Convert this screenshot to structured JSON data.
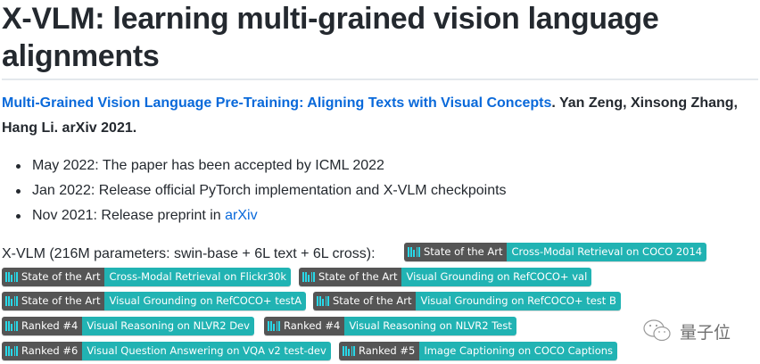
{
  "header": {
    "title": "X-VLM: learning multi-grained vision language alignments"
  },
  "citation": {
    "paper_link": "Multi-Grained Vision Language Pre-Training: Aligning Texts with Visual Concepts",
    "authors": ". Yan Zeng, Xinsong Zhang, Hang Li. arXiv 2021."
  },
  "news": [
    {
      "text": "May 2022: The paper has been accepted by ICML 2022",
      "link": ""
    },
    {
      "text": "Jan 2022: Release official PyTorch implementation and X-VLM checkpoints",
      "link": ""
    },
    {
      "text": "Nov 2021: Release preprint in ",
      "link": "arXiv"
    }
  ],
  "model_intro": "X-VLM (216M parameters: swin-base + 6L text + 6L cross):",
  "badges": [
    {
      "status": "State of the Art",
      "task": "Cross-Modal Retrieval on COCO 2014"
    },
    {
      "status": "State of the Art",
      "task": "Cross-Modal Retrieval on Flickr30k"
    },
    {
      "status": "State of the Art",
      "task": "Visual Grounding on RefCOCO+ val"
    },
    {
      "status": "State of the Art",
      "task": "Visual Grounding on RefCOCO+ testA"
    },
    {
      "status": "State of the Art",
      "task": "Visual Grounding on RefCOCO+ test B"
    },
    {
      "status": "Ranked #4",
      "task": "Visual Reasoning on NLVR2 Dev"
    },
    {
      "status": "Ranked #4",
      "task": "Visual Reasoning on NLVR2 Test"
    },
    {
      "status": "Ranked #6",
      "task": "Visual Question Answering on VQA v2 test-dev"
    },
    {
      "status": "Ranked #5",
      "task": "Image Captioning on COCO Captions"
    }
  ],
  "badge_icon": "paperswithcode-icon",
  "colors": {
    "link": "#0969da",
    "badge_left": "#555555",
    "badge_right": "#21b3b3",
    "badge_icon": "#28d8e8"
  },
  "watermark": {
    "icon": "wechat-icon",
    "text": "量子位"
  }
}
